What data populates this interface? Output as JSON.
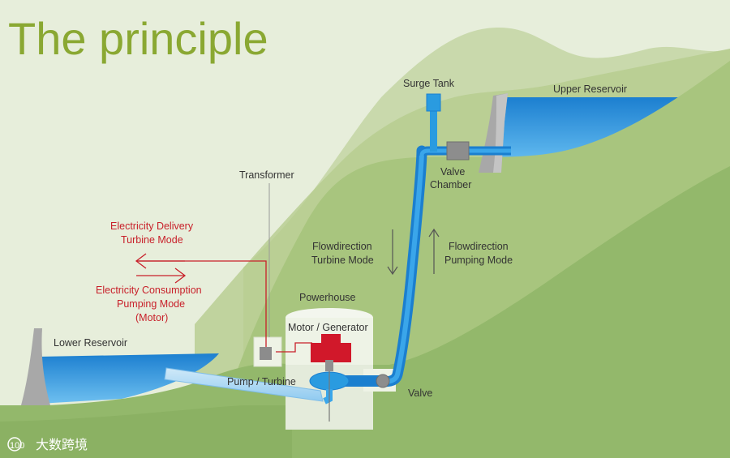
{
  "title": "The principle",
  "labels": {
    "surge_tank": "Surge Tank",
    "upper_reservoir": "Upper Reservoir",
    "transformer": "Transformer",
    "valve_chamber_1": "Valve",
    "valve_chamber_2": "Chamber",
    "flow_turbine_1": "Flowdirection",
    "flow_turbine_2": "Turbine Mode",
    "flow_pumping_1": "Flowdirection",
    "flow_pumping_2": "Pumping Mode",
    "powerhouse": "Powerhouse",
    "motor_generator": "Motor / Generator",
    "lower_reservoir": "Lower Reservoir",
    "pump_turbine": "Pump / Turbine",
    "valve": "Valve"
  },
  "electricity": {
    "delivery_1": "Electricity Delivery",
    "delivery_2": "Turbine Mode",
    "consumption_1": "Electricity Consumption",
    "consumption_2": "Pumping Mode",
    "consumption_3": "(Motor)"
  },
  "watermark": "大数跨境",
  "watermark_logo": "100",
  "colors": {
    "title": "#8aa832",
    "water": "#1e8fd6",
    "pipe": "#2a9be0",
    "electric": "#c8202a",
    "hill_far": "#c9d9ac",
    "hill_mid": "#a9c682",
    "hill_near": "#93b86b"
  }
}
